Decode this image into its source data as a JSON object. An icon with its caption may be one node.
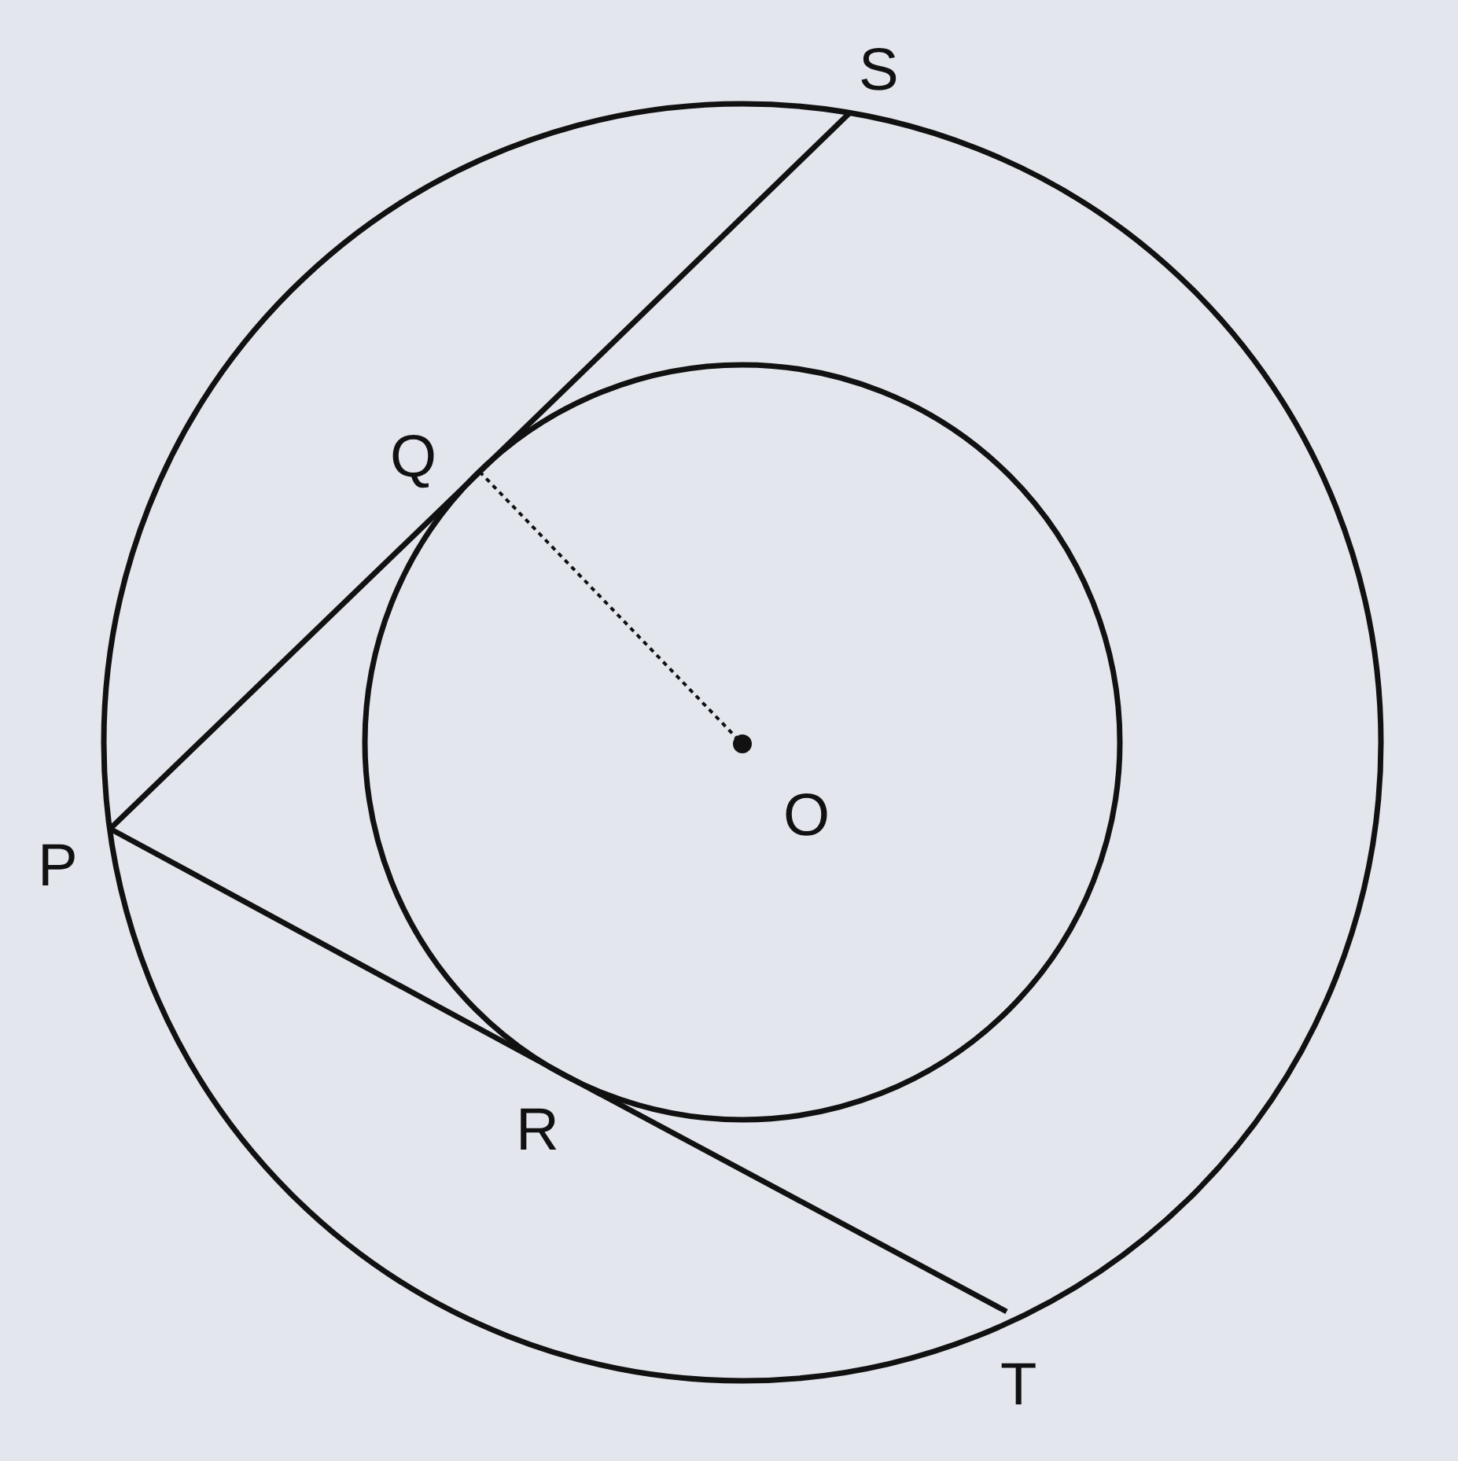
{
  "diagram": {
    "nodes": [
      {
        "text": [
          "S"
        ]
      },
      {
        "text": [
          "Q"
        ]
      },
      {
        "text": [
          "O"
        ]
      },
      {
        "text": [
          "P"
        ]
      },
      {
        "text": [
          "R"
        ]
      },
      {
        "text": [
          "T"
        ]
      }
    ],
    "edges": [
      {
        "from": 3,
        "to": 1,
        "arrow": "none"
      },
      {
        "from": 1,
        "to": 0,
        "arrow": "none"
      },
      {
        "from": 3,
        "to": 4,
        "arrow": "none"
      },
      {
        "from": 4,
        "to": 5,
        "arrow": "none"
      },
      {
        "from": 1,
        "to": 2,
        "arrow": "other",
        "style": "dashed"
      }
    ]
  }
}
